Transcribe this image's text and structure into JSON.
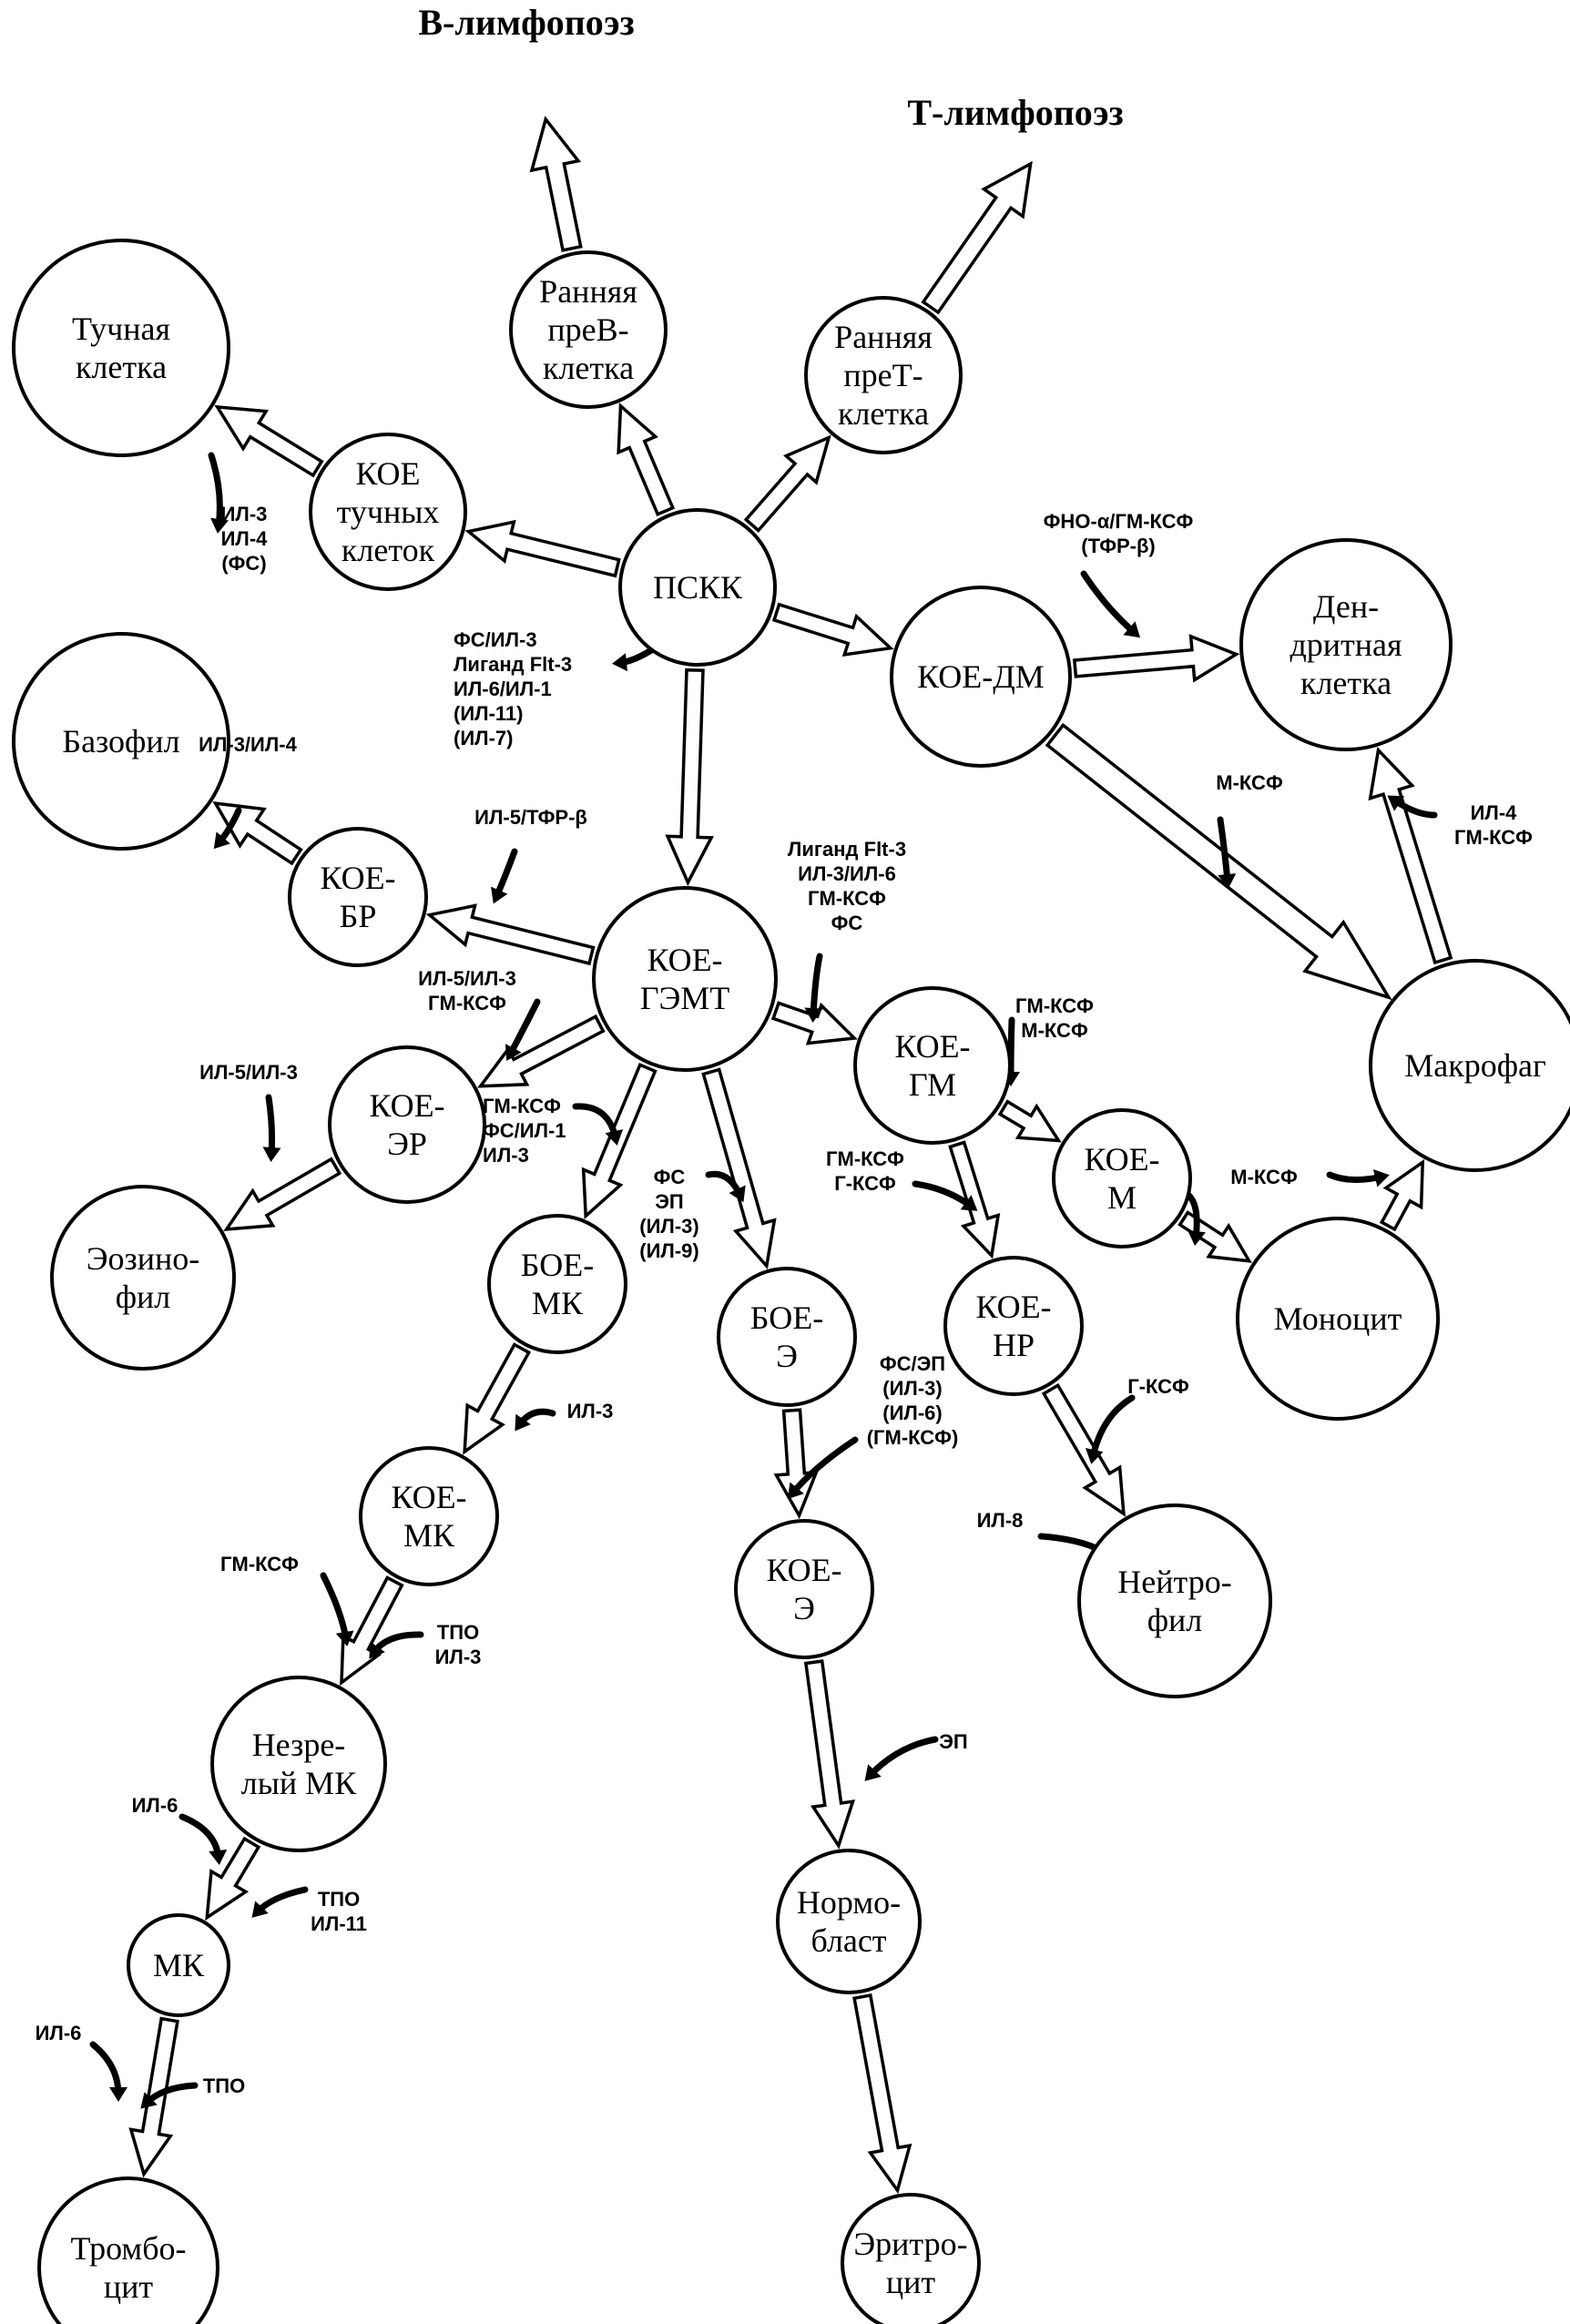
{
  "titles": {
    "b_lymphopoiesis": "В-лимфопоэз",
    "t_lymphopoiesis": "Т-лимфопоэз"
  },
  "nodes": {
    "pskk": [
      "ПСКК"
    ],
    "early_pre_b": [
      "Ранняя",
      "преВ-",
      "клетка"
    ],
    "early_pre_t": [
      "Ранняя",
      "преТ-",
      "клетка"
    ],
    "mast_cell": [
      "Тучная",
      "клетка"
    ],
    "koe_mast": [
      "КОЕ",
      "тучных",
      "клеток"
    ],
    "basophil": [
      "Базофил"
    ],
    "koe_br": [
      "КОЕ-",
      "БР"
    ],
    "koe_dm": [
      "КОЕ-ДМ"
    ],
    "dendritic": [
      "Ден-",
      "дритная",
      "клетка"
    ],
    "koe_gemt": [
      "КОЕ-",
      "ГЭМТ"
    ],
    "macrophage": [
      "Макрофаг"
    ],
    "koe_gm": [
      "КОЕ-",
      "ГМ"
    ],
    "koe_er": [
      "КОЕ-",
      "ЭР"
    ],
    "eosinophil": [
      "Эозино-",
      "фил"
    ],
    "koe_m": [
      "КОЕ-",
      "М"
    ],
    "monocyte": [
      "Моноцит"
    ],
    "boe_mk": [
      "БОЕ-",
      "МК"
    ],
    "boe_e": [
      "БОЕ-",
      "Э"
    ],
    "koe_nr": [
      "КОЕ-",
      "НР"
    ],
    "koe_mk": [
      "КОЕ-",
      "МК"
    ],
    "koe_e": [
      "КОЕ-",
      "Э"
    ],
    "neutrophil": [
      "Нейтро-",
      "фил"
    ],
    "immature_mk": [
      "Незре-",
      "лый МК"
    ],
    "normoblast": [
      "Нормо-",
      "бласт"
    ],
    "mk": [
      "МК"
    ],
    "thrombocyte": [
      "Тромбо-",
      "цит"
    ],
    "erythrocyte": [
      "Эритро-",
      "цит"
    ]
  },
  "factors": {
    "mast": [
      "ИЛ-3",
      "ИЛ-4",
      "(ФС)"
    ],
    "pskk": [
      "ФС/ИЛ-3",
      "Лиганд Flt-3",
      "ИЛ-6/ИЛ-1",
      "(ИЛ-11)",
      "(ИЛ-7)"
    ],
    "dendritic": [
      "ФНО-α/ГМ-КСФ",
      "(ТФР-β)"
    ],
    "basophil": [
      "ИЛ-3/ИЛ-4"
    ],
    "koe_br": [
      "ИЛ-5/ТФР-β"
    ],
    "gm": [
      "Лиганд Flt-3",
      "ИЛ-3/ИЛ-6",
      "ГМ-КСФ",
      "ФС"
    ],
    "mksf_macro": [
      "М-КСФ"
    ],
    "dendritic_from_macro": [
      "ИЛ-4",
      "ГМ-КСФ"
    ],
    "koe_er": [
      "ИЛ-5/ИЛ-3",
      "ГМ-КСФ"
    ],
    "koe_m": [
      "ГМ-КСФ",
      "М-КСФ"
    ],
    "eosinophil": [
      "ИЛ-5/ИЛ-3"
    ],
    "boe_mk": [
      "ГМ-КСФ",
      "ФС/ИЛ-1",
      "ИЛ-3"
    ],
    "boe_e": [
      "ФС",
      "ЭП",
      "(ИЛ-3)",
      "(ИЛ-9)"
    ],
    "koe_nr": [
      "ГМ-КСФ",
      "Г-КСФ"
    ],
    "monocyte_to_macro": [
      "М-КСФ"
    ],
    "koe_mk": [
      "ИЛ-3"
    ],
    "koe_e": [
      "ФС/ЭП",
      "(ИЛ-3)",
      "(ИЛ-6)",
      "(ГМ-КСФ)"
    ],
    "neutrophil_gksf": [
      "Г-КСФ"
    ],
    "neutrophil_il8": [
      "ИЛ-8"
    ],
    "immature_gmksf": [
      "ГМ-КСФ"
    ],
    "immature_tpo": [
      "ТПО",
      "ИЛ-3"
    ],
    "normoblast": [
      "ЭП"
    ],
    "mk_il6": [
      "ИЛ-6"
    ],
    "mk_tpo": [
      "ТПО",
      "ИЛ-11"
    ],
    "thrombo_il6": [
      "ИЛ-6"
    ],
    "thrombo_tpo": [
      "ТПО"
    ]
  }
}
